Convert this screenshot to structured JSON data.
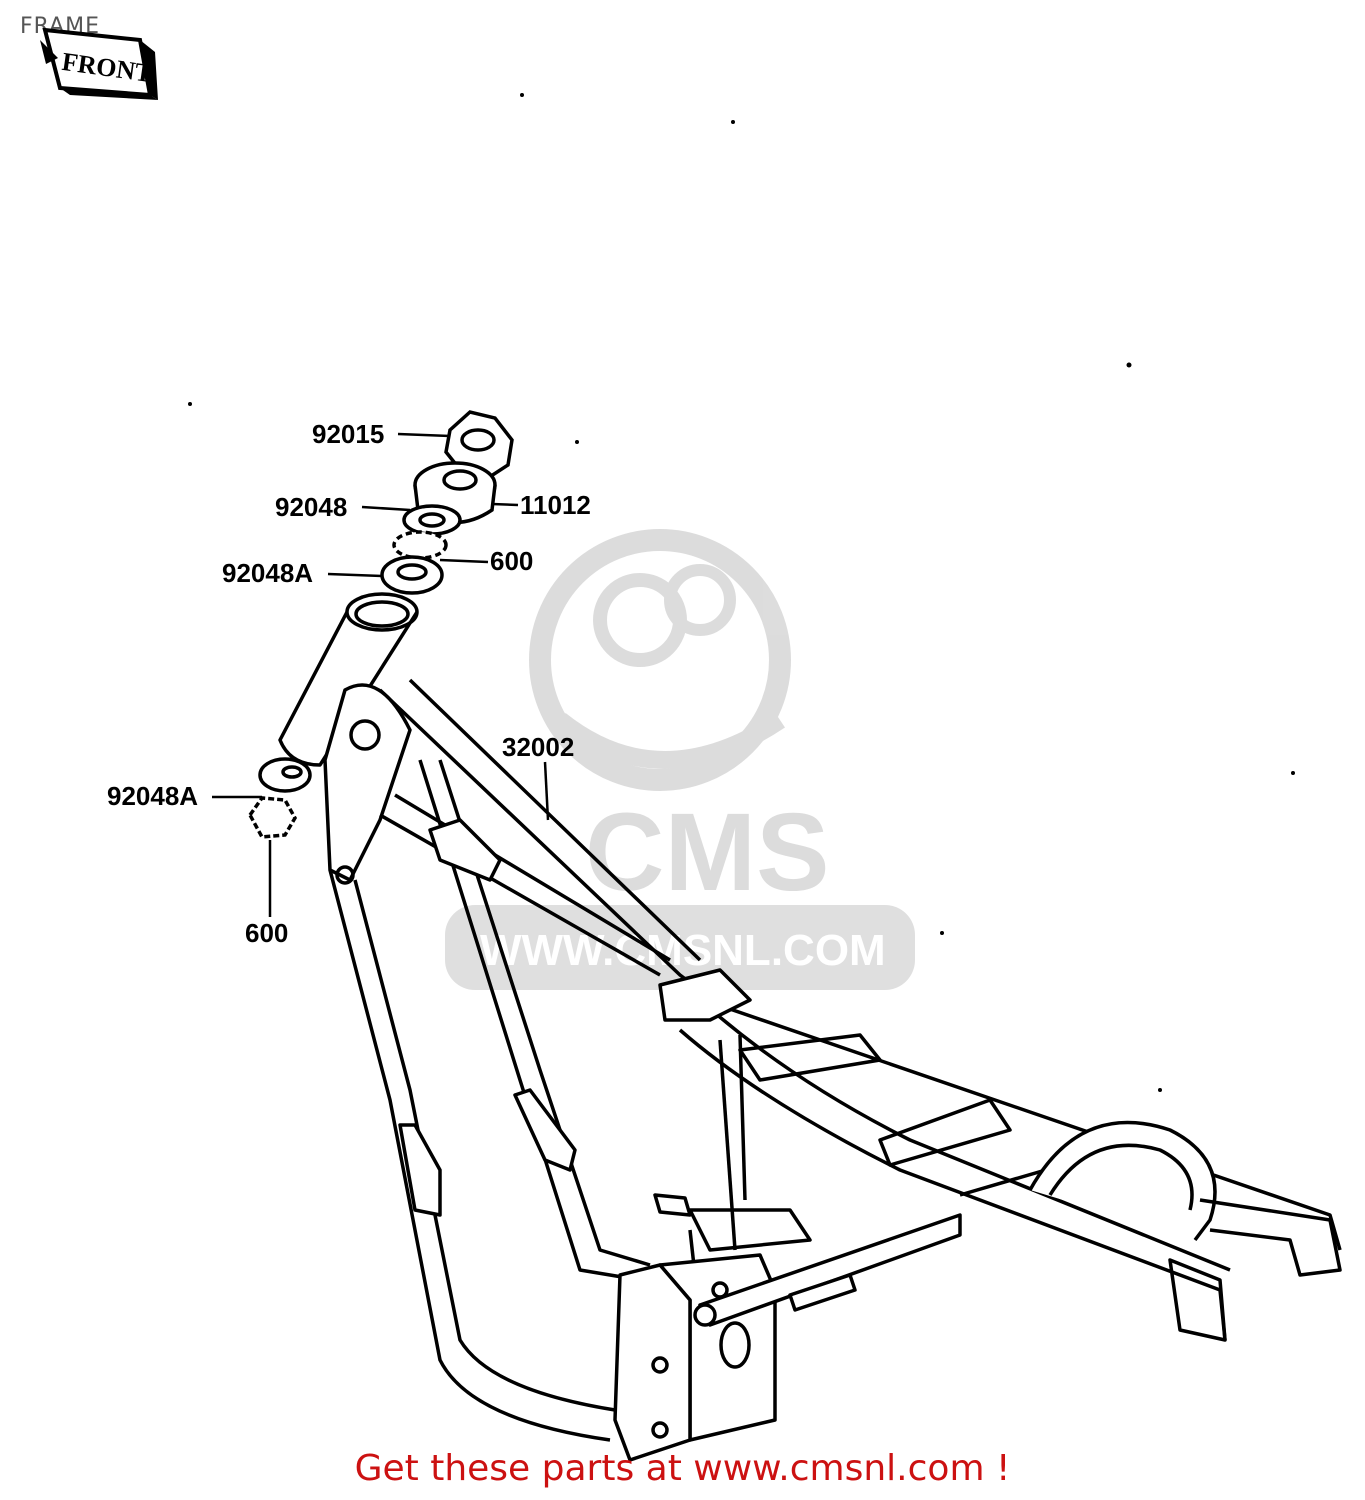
{
  "header": {
    "title": "FRAME",
    "front_badge": "FRONT"
  },
  "watermark": {
    "brand": "CMS",
    "url": "WWW.CMSNL.COM"
  },
  "callouts": [
    {
      "part": "92015"
    },
    {
      "part": "92048"
    },
    {
      "part": "11012"
    },
    {
      "part": "92048A"
    },
    {
      "part": "600"
    },
    {
      "part": "32002"
    },
    {
      "part": "92048A"
    },
    {
      "part": "600"
    }
  ],
  "footer": {
    "text": "Get these parts at www.cmsnl.com !"
  },
  "colors": {
    "footer": "#cc1111",
    "watermark": "#d9d9d9",
    "lines": "#000000"
  }
}
